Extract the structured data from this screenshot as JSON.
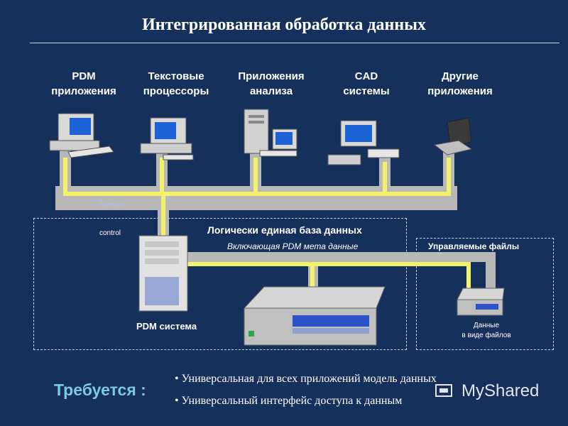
{
  "title": "Интегрированная обработка данных",
  "applications": [
    {
      "label": "PDM\nприложения"
    },
    {
      "label": "Текстовые\nпроцессоры"
    },
    {
      "label": "Приложения\nанализа"
    },
    {
      "label": "CAD\nсистемы"
    },
    {
      "label": "Другие\nприложения"
    }
  ],
  "network_label": "Network",
  "control_label": "control",
  "database": {
    "title": "Логически единая база данных",
    "subtitle": "Включающая PDM мета данные"
  },
  "pdm_system_label": "PDM система",
  "managed_files": {
    "title": "Управляемые файлы",
    "sublabel": "Данные\nв виде файлов"
  },
  "requirements": {
    "label": "Требуется :",
    "items": [
      "Универсальная для всех приложений модель данных",
      "Универсальный интерфейс доступа к данным"
    ]
  },
  "watermark": "MyShared",
  "colors": {
    "background": "#15305a",
    "pipe_gray": "#b8b8b8",
    "pipe_yellow": "#f4f16a",
    "accent_text": "#7ec8e3"
  }
}
